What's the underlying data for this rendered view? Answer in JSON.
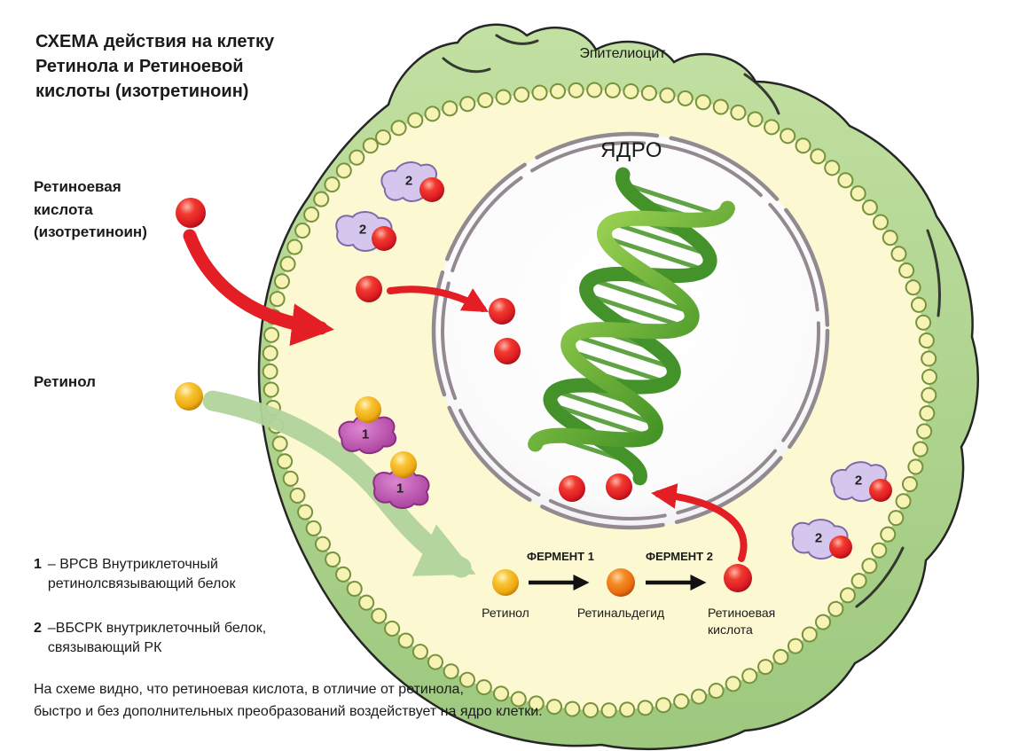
{
  "title": "СХЕМА действия на клетку\nРетинола и Ретиноевой\nкислоты (изотретиноин)",
  "cell": {
    "epitheliocyte_label": "Эпителиоцит",
    "nucleus_label": "ЯДРО"
  },
  "inputs": {
    "retinoic_acid_label": "Ретиноевая\nкислота\n(изотретиноин)",
    "retinol_label": "Ретинол"
  },
  "pathway": {
    "enzyme1_label": "ФЕРМЕНТ 1",
    "enzyme2_label": "ФЕРМЕНТ 2",
    "retinol_label": "Ретинол",
    "retinaldehyde_label": "Ретинальдегид",
    "retinoic_acid_label": "Ретиноевая\nкислота"
  },
  "markers": {
    "protein1": "1",
    "protein2": "2"
  },
  "legend": {
    "item1": {
      "num": "1",
      "text": "– ВРСВ Внутриклеточный\nретинолсвязывающий белок"
    },
    "item2": {
      "num": "2",
      "text": "–ВБСРК внутриклеточный белок,\nсвязывающий РК"
    }
  },
  "footnote": "На схеме видно, что ретиноевая кислота, в отличие от ретинола,\nбыстро и без дополнительных преобразований воздействует на ядро клетки.",
  "colors": {
    "retinoic_acid_red": "#e31e24",
    "retinol_yellow": "#f3b71c",
    "retinaldehyde_orange": "#ef7d1a",
    "cell_green": "#aed38f",
    "cytoplasm_yellow": "#fbf8d2",
    "membrane_bead_fill": "#f7f3b5",
    "membrane_bead_outline": "#76923c",
    "dna_green": "#5aa733",
    "protein1_magenta": "#c75ab8",
    "protein2_purple": "#d4c6ec",
    "arrow_green": "#b2d49c"
  }
}
